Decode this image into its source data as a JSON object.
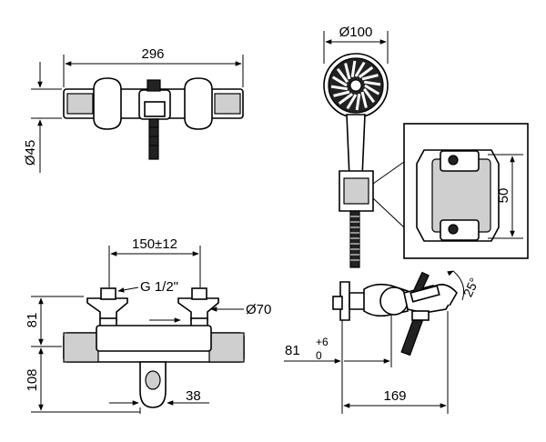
{
  "dimensions": {
    "top_width": "296",
    "top_depth": "Ø45",
    "head_diameter": "Ø100",
    "holder_height": "50",
    "centres": "150±12",
    "thread": "G 1/2\"",
    "rosette": "Ø70",
    "upper_height": "81",
    "lower_height": "108",
    "spout_width": "38",
    "wall_offset": "81",
    "tol_plus": "+6",
    "tol_minus": "0",
    "projection": "169",
    "angle": "25°"
  }
}
